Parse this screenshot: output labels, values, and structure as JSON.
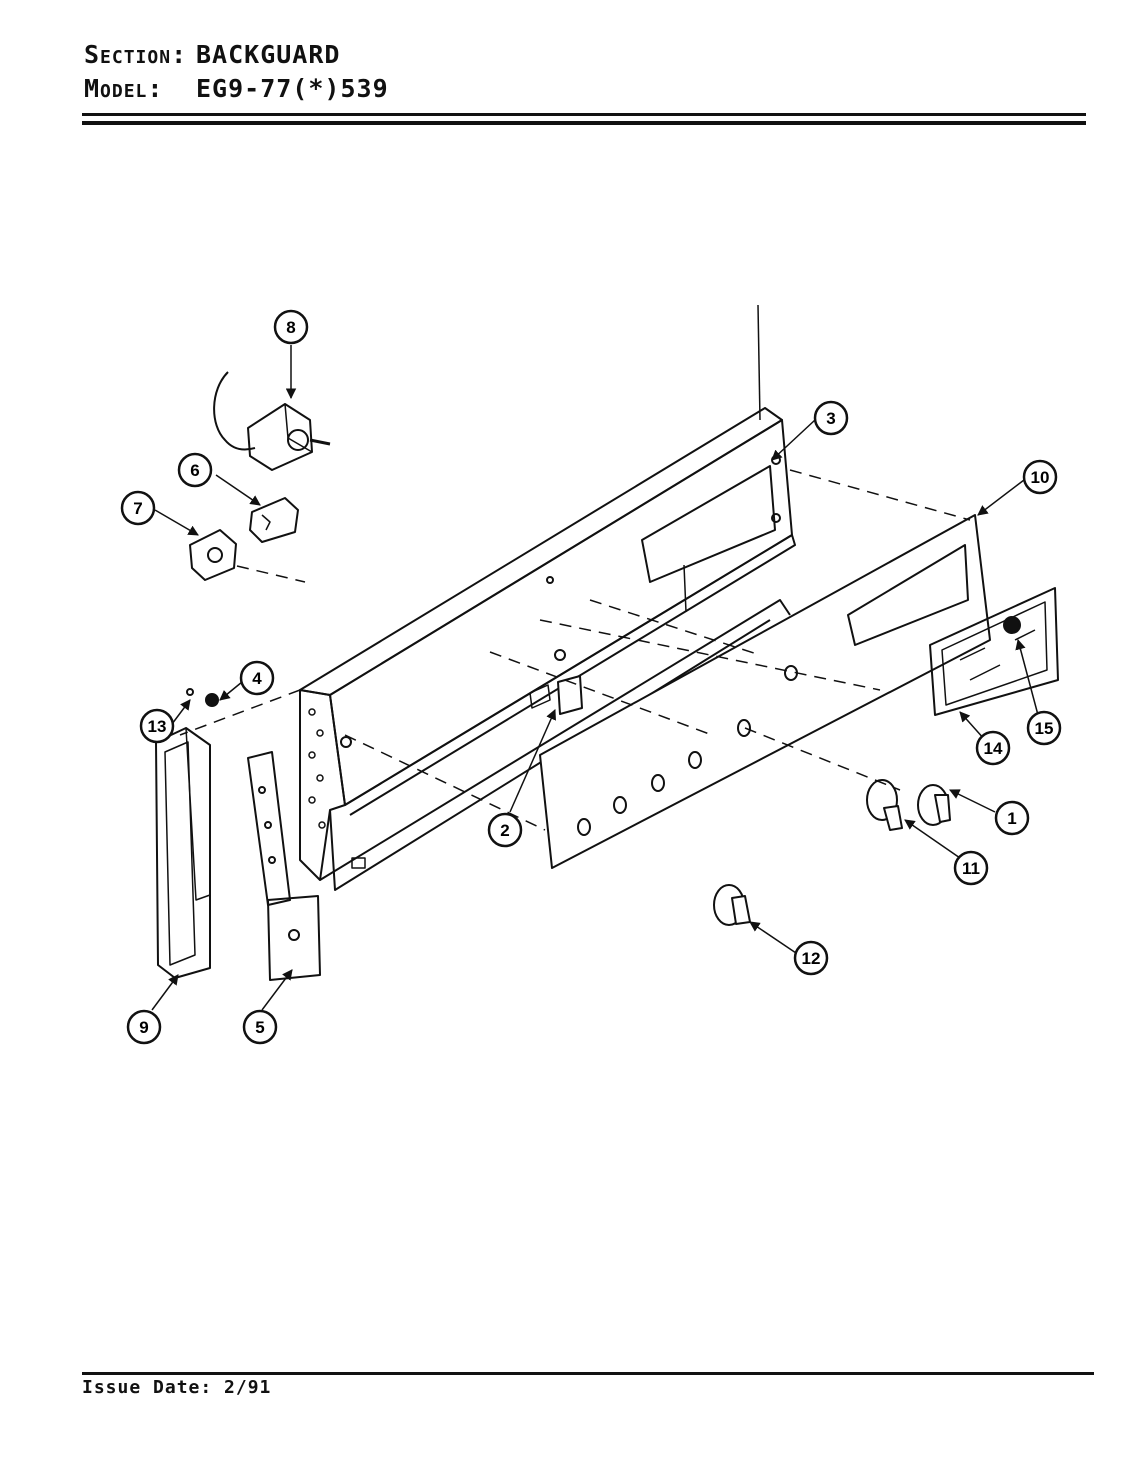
{
  "header": {
    "section_label": "Section:",
    "section_value": "BACKGUARD",
    "model_label": "Model:",
    "model_value": "EG9-77(*)539"
  },
  "footer": {
    "issue_date": "Issue Date: 2/91"
  },
  "callouts": [
    "1",
    "2",
    "3",
    "4",
    "5",
    "6",
    "7",
    "8",
    "9",
    "10",
    "11",
    "12",
    "13",
    "14",
    "15"
  ]
}
